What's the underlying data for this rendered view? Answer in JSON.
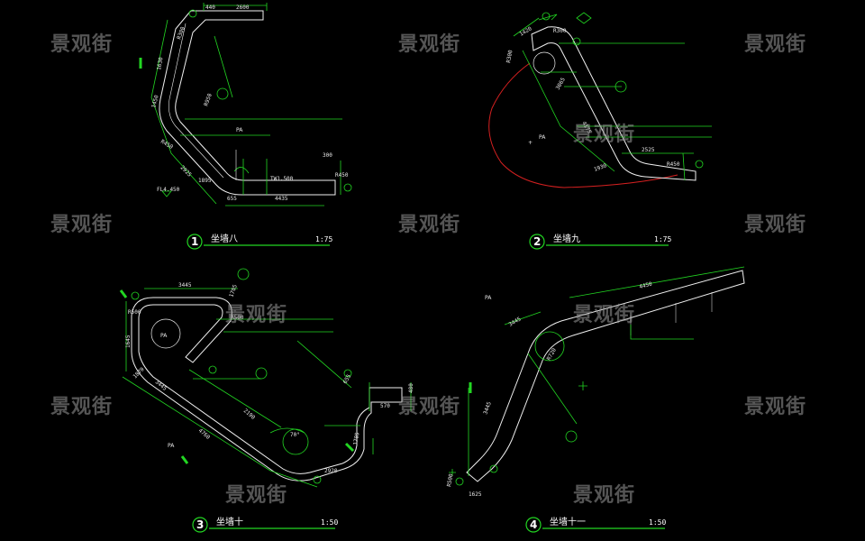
{
  "watermark": "景观街",
  "drawings": [
    {
      "number": "1",
      "title": "坐墙八",
      "scale": "1:75",
      "dims": {
        "d1": "440",
        "d2": "2600",
        "d3": "R300",
        "d4": "1630",
        "d5": "1450",
        "d6": "2925",
        "d7": "R450",
        "d8": "R950",
        "d9": "1895",
        "d10": "655",
        "d11": "4435",
        "d12": "300",
        "d13": "R450",
        "d14": "TW1.500",
        "d15": "FL4.450"
      },
      "labels": {
        "pa": "PA"
      }
    },
    {
      "number": "2",
      "title": "坐墙九",
      "scale": "1:75",
      "dims": {
        "d1": "1420",
        "d2": "R300",
        "d3": "4175",
        "d4": "2525",
        "d5": "R450",
        "d6": "1930",
        "d7": "R300",
        "d8": "3065"
      },
      "labels": {
        "pa": "PA"
      }
    },
    {
      "number": "3",
      "title": "坐墙十",
      "scale": "1:50",
      "dims": {
        "d1": "3445",
        "d2": "R500",
        "d3": "1705",
        "d4": "R500",
        "d5": "1645",
        "d6": "1870",
        "d7": "4760",
        "d8": "2190",
        "d9": "3445",
        "d10": "570",
        "d11": "480",
        "d12": "655",
        "d13": "70°",
        "d14": "2920",
        "d15": "1705"
      },
      "labels": {
        "pa_top": "PA",
        "pa": "PA"
      }
    },
    {
      "number": "4",
      "title": "坐墙十一",
      "scale": "1:50",
      "dims": {
        "d1": "4450",
        "d2": "3445",
        "d3": "R720",
        "d4": "3445",
        "d5": "R500",
        "d6": "1625"
      },
      "labels": {
        "pa": "PA"
      }
    }
  ]
}
